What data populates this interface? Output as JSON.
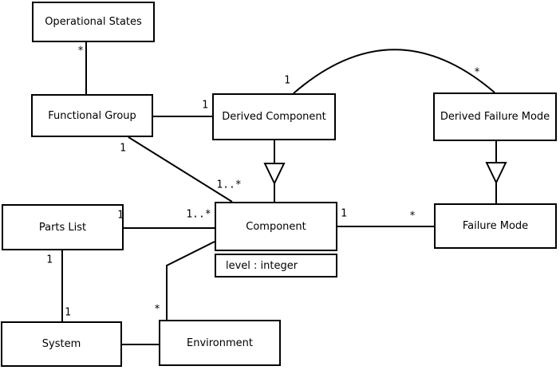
{
  "diagram": {
    "type": "uml-class-diagram",
    "colors": {
      "background": "#ffffff",
      "line": "#000000",
      "node_fill": "#ffffff",
      "text": "#000000"
    },
    "nodes": {
      "operational_states": {
        "label": "Operational States"
      },
      "functional_group": {
        "label": "Functional Group"
      },
      "derived_component": {
        "label": "Derived Component"
      },
      "derived_failure_mode": {
        "label": "Derived Failure Mode"
      },
      "parts_list": {
        "label": "Parts List"
      },
      "component": {
        "label": "Component",
        "attributes": [
          "level : integer"
        ]
      },
      "failure_mode": {
        "label": "Failure Mode"
      },
      "system": {
        "label": "System"
      },
      "environment": {
        "label": "Environment"
      }
    },
    "edges": [
      {
        "from": "Operational States",
        "to": "Functional Group",
        "type": "association",
        "labels": [
          {
            "text": "*",
            "at": "Operational States end"
          }
        ]
      },
      {
        "from": "Functional Group",
        "to": "Derived Component",
        "type": "association",
        "labels": [
          {
            "text": "1",
            "at": "Derived Component end"
          }
        ]
      },
      {
        "from": "Functional Group",
        "to": "Component",
        "type": "association",
        "labels": [
          {
            "text": "1",
            "at": "Functional Group end"
          },
          {
            "text": "1..*",
            "at": "Component end"
          }
        ]
      },
      {
        "from": "Derived Component",
        "to": "Derived Failure Mode",
        "type": "association-arc",
        "labels": [
          {
            "text": "1",
            "at": "Derived Component end"
          },
          {
            "text": "*",
            "at": "Derived Failure Mode end"
          }
        ]
      },
      {
        "from": "Derived Component",
        "to": "Component",
        "type": "generalization",
        "labels": []
      },
      {
        "from": "Derived Failure Mode",
        "to": "Failure Mode",
        "type": "generalization",
        "labels": []
      },
      {
        "from": "Parts List",
        "to": "Component",
        "type": "association",
        "labels": [
          {
            "text": "1",
            "at": "Parts List end"
          },
          {
            "text": "1..*",
            "at": "Component end"
          }
        ]
      },
      {
        "from": "Component",
        "to": "Failure Mode",
        "type": "association",
        "labels": [
          {
            "text": "1",
            "at": "Component end"
          },
          {
            "text": "*",
            "at": "Failure Mode end"
          }
        ]
      },
      {
        "from": "Parts List",
        "to": "System",
        "type": "association",
        "labels": [
          {
            "text": "1",
            "at": "Parts List end"
          },
          {
            "text": "1",
            "at": "System end"
          }
        ]
      },
      {
        "from": "Environment",
        "to": "Component",
        "type": "association",
        "labels": [
          {
            "text": "*",
            "at": "Environment end"
          }
        ]
      },
      {
        "from": "System",
        "to": "Environment",
        "type": "association",
        "labels": []
      }
    ]
  }
}
